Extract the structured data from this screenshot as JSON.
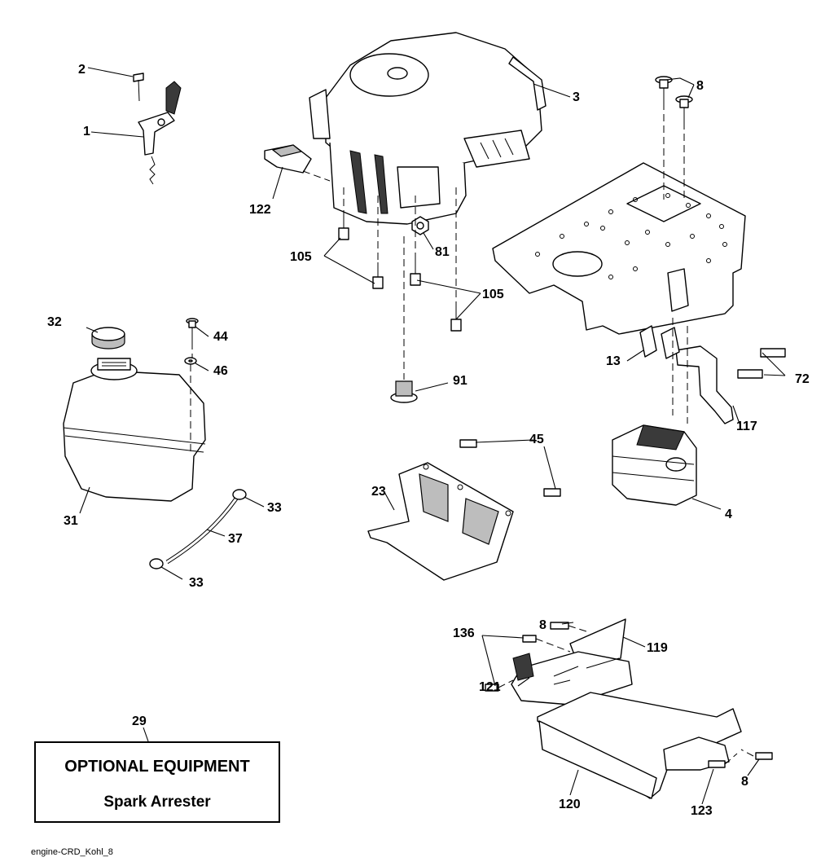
{
  "callouts": {
    "c1": "1",
    "c2": "2",
    "c3": "3",
    "c4": "4",
    "c8a": "8",
    "c8b": "8",
    "c8c": "8",
    "c13": "13",
    "c23": "23",
    "c29": "29",
    "c31": "31",
    "c32": "32",
    "c33a": "33",
    "c33b": "33",
    "c37": "37",
    "c44": "44",
    "c45": "45",
    "c46": "46",
    "c72": "72",
    "c81": "81",
    "c91": "91",
    "c105a": "105",
    "c105b": "105",
    "c117": "117",
    "c119": "119",
    "c120": "120",
    "c121": "121",
    "c122": "122",
    "c123": "123",
    "c136": "136"
  },
  "note": {
    "title": "OPTIONAL EQUIPMENT",
    "subtitle": "Spark Arrester"
  },
  "footer": {
    "drawing_id": "engine-CRD_Kohl_8"
  }
}
